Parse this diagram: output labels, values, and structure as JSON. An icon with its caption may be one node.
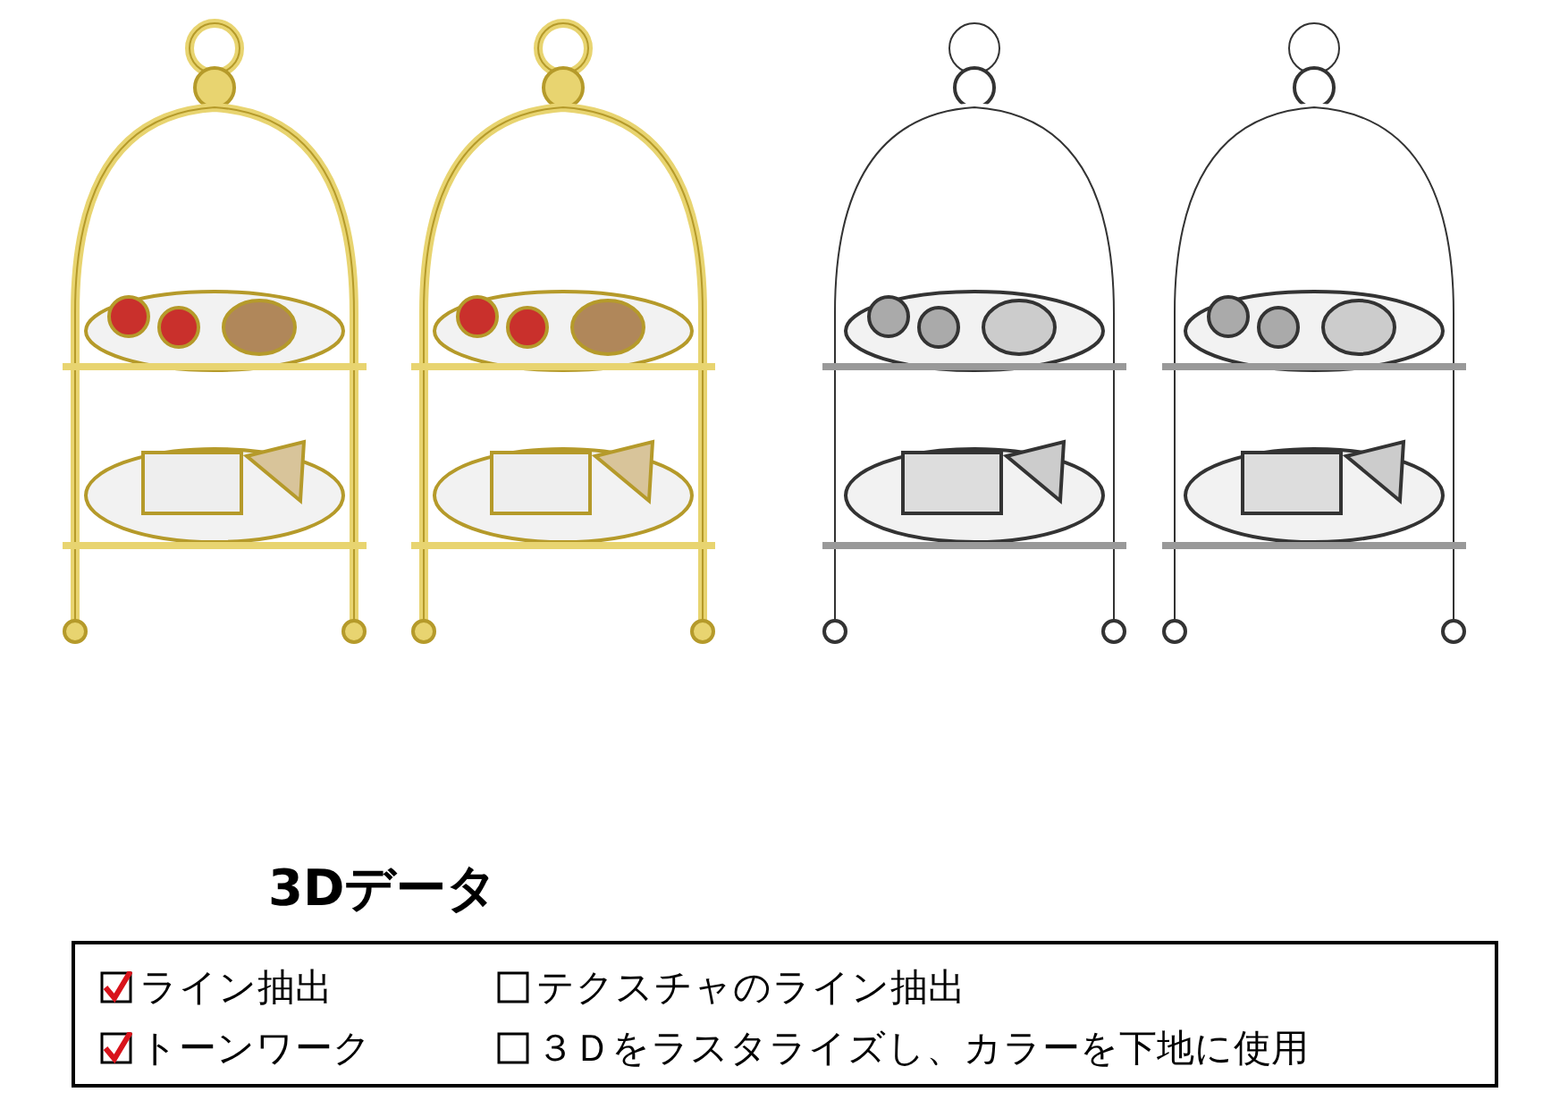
{
  "diagram": {
    "labels": [
      "3Dデータ",
      "ライン抽出",
      "テクスチャのライン抽出",
      "トーンワーク",
      "３Ｄをラスタライズし、カラーを下地に使用"
    ]
  }
}
